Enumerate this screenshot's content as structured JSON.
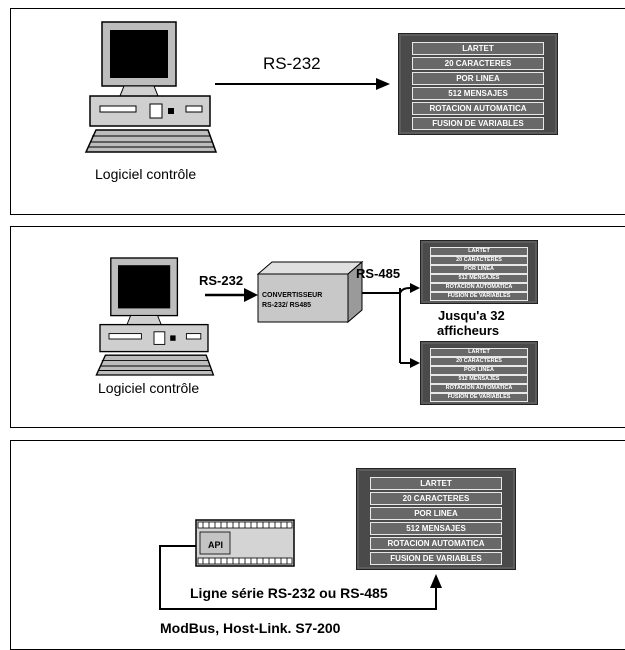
{
  "panel1": {
    "protocol": "RS-232",
    "pc_caption": "Logiciel contrôle",
    "display_lines": [
      "LARTET",
      "20 CARACTERES",
      "POR LINEA",
      "512 MENSAJES",
      "ROTACION AUTOMATICA",
      "FUSION DE VARIABLES"
    ]
  },
  "panel2": {
    "protocol_in": "RS-232",
    "protocol_out": "RS-485",
    "converter_line1": "CONVERTISSEUR",
    "converter_line2": "RS-232/ RS485",
    "capacity_line1": "Jusqu'a 32",
    "capacity_line2": "afficheurs",
    "pc_caption": "Logiciel contrôle",
    "display_lines": [
      "LARTET",
      "20 CARACTERES",
      "POR LINEA",
      "512 MENSAJES",
      "ROTACION AUTOMATICA",
      "FUSION DE VARIABLES"
    ]
  },
  "panel3": {
    "plc_label": "API",
    "link_label": "Ligne série RS-232 ou RS-485",
    "protocols": "ModBus, Host-Link. S7-200",
    "display_lines": [
      "LARTET",
      "20 CARACTERES",
      "POR LINEA",
      "512 MENSAJES",
      "ROTACION AUTOMATICA",
      "FUSION DE VARIABLES"
    ]
  }
}
